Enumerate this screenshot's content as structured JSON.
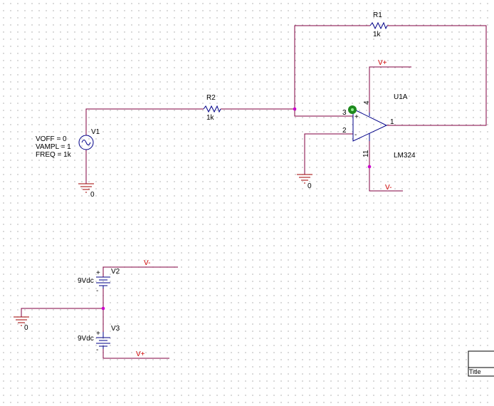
{
  "r1": {
    "ref": "R1",
    "value": "1k"
  },
  "r2": {
    "ref": "R2",
    "value": "1k"
  },
  "v1": {
    "ref": "V1",
    "params": [
      "VOFF = 0",
      "VAMPL = 1",
      "FREQ = 1k"
    ]
  },
  "u1": {
    "ref": "U1A",
    "part": "LM324",
    "pins": {
      "noninv": "3",
      "inv": "2",
      "out": "1",
      "vpos": "4",
      "vneg": "11"
    },
    "plus": "+",
    "minus": "-"
  },
  "v2": {
    "ref": "V2",
    "value": "9Vdc",
    "plus": "+",
    "minus": "-"
  },
  "v3": {
    "ref": "V3",
    "value": "9Vdc",
    "plus": "+",
    "minus": "-"
  },
  "nets": {
    "vpos_top": "V+",
    "vneg_bottom": "V-",
    "vneg_supply": "V-",
    "vpos_supply": "V+"
  },
  "grounds": [
    "0",
    "0",
    "0"
  ],
  "title_block": {
    "label": "Title"
  }
}
